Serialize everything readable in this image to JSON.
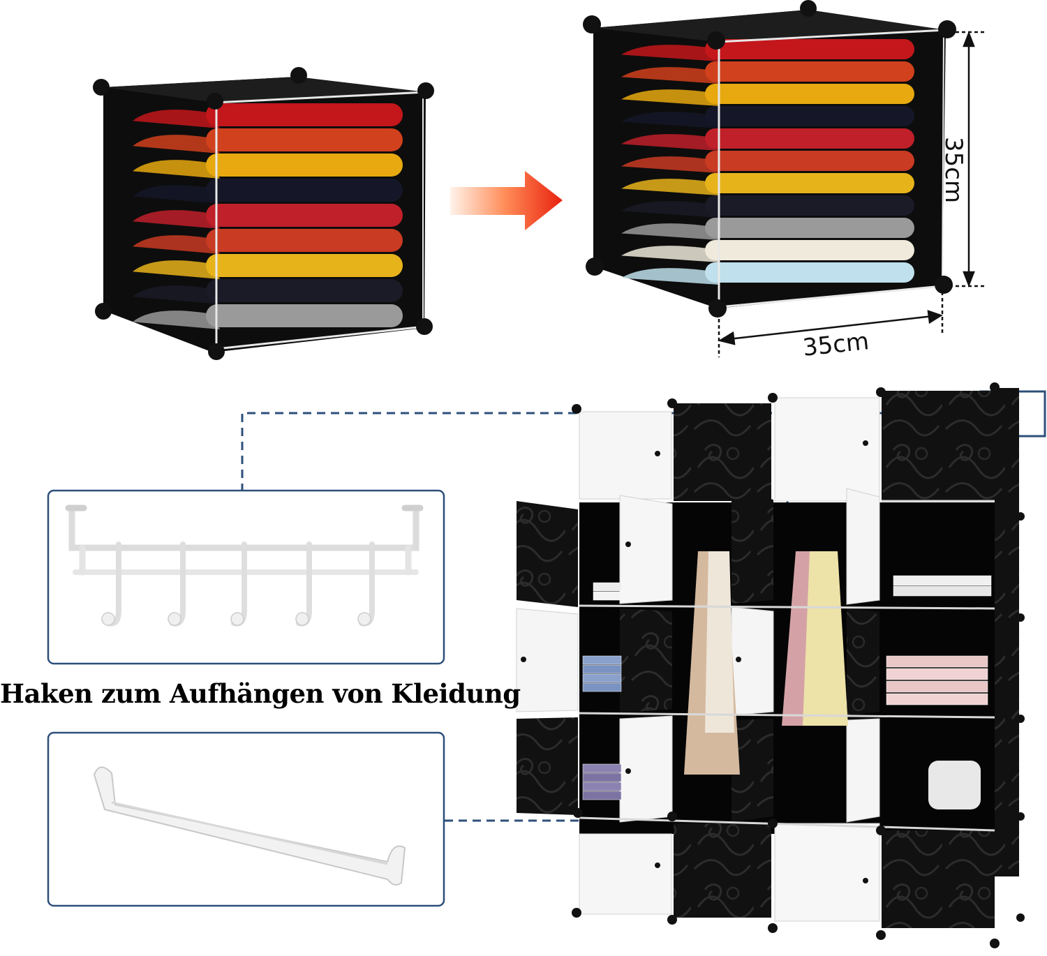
{
  "caption": "Haken zum Aufhängen von Kleidung",
  "dimensions": {
    "width_label": "35cm",
    "height_label": "35cm"
  },
  "colors": {
    "frame": "#111111",
    "panel_white": "#f4f4f4",
    "callout_border": "#2d4f7a",
    "arrow_start": "#ffe0cf",
    "arrow_end": "#e8210f",
    "sweaters": [
      "#c4171b",
      "#d1411d",
      "#e7a90f",
      "#151729",
      "#c0202a",
      "#c93b23",
      "#e7b31b",
      "#1a1b27",
      "#9a9a9a",
      "#efeadb",
      "#bfe0ec",
      "#1a1a1a"
    ]
  },
  "icons": [
    "clothes-hook-rack",
    "hanging-rod",
    "arrow-right-icon"
  ]
}
